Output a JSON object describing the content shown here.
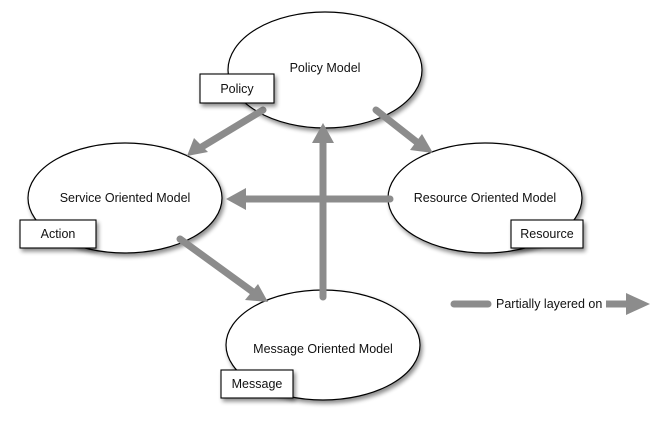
{
  "diagram": {
    "nodes": {
      "policy": {
        "label": "Policy Model",
        "tag": "Policy"
      },
      "service": {
        "label": "Service Oriented Model",
        "tag": "Action"
      },
      "resource": {
        "label": "Resource Oriented Model",
        "tag": "Resource"
      },
      "message": {
        "label": "Message Oriented Model",
        "tag": "Message"
      }
    },
    "legend": {
      "label": "Partially layered on"
    },
    "colors": {
      "arrow": "#8c8c8c",
      "node_fill": "#ffffff",
      "node_stroke": "#000000",
      "shadow": "#bdbdbd"
    }
  }
}
